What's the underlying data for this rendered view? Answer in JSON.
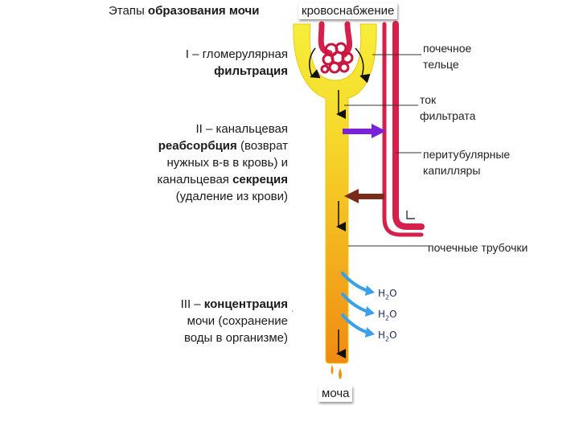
{
  "title": {
    "prefix": "Этапы ",
    "bold": "образования мочи"
  },
  "blood_supply_box": "кровоснабжение",
  "stage1": {
    "line1": "I – гломерулярная",
    "line2_bold": "фильтрация"
  },
  "stage2": {
    "line1": "II – канальцевая",
    "line2_bold": "реабсорбция",
    "line2_rest": " (возврат",
    "line3": "нужных в-в в кровь) и",
    "line4_prefix": "канальцевая ",
    "line4_bold": "секреция",
    "line5": "(удаление  из крови)"
  },
  "stage3": {
    "line1_prefix": "III – ",
    "line1_bold": "концентрация",
    "line2": "мочи (сохранение",
    "line3": "воды в организме)"
  },
  "right_labels": {
    "renal_corpuscle_1": "почечное",
    "renal_corpuscle_2": "тельце",
    "filtrate_flow_1": "ток",
    "filtrate_flow_2": "фильтрата",
    "capillaries_1": "перитубулярные",
    "capillaries_2": "капилляры",
    "tubules": "почечные трубочки"
  },
  "water": {
    "h": "H",
    "sub": "2",
    "o": "O"
  },
  "urine_box": "моча",
  "colors": {
    "vessel": "#d6204c",
    "tubule_top": "#f7ee3a",
    "tubule_bottom": "#f09015",
    "reabsorption_arrow": "#7a22d8",
    "secretion_arrow": "#7a2a18",
    "water_arrow": "#3aa0ea"
  }
}
